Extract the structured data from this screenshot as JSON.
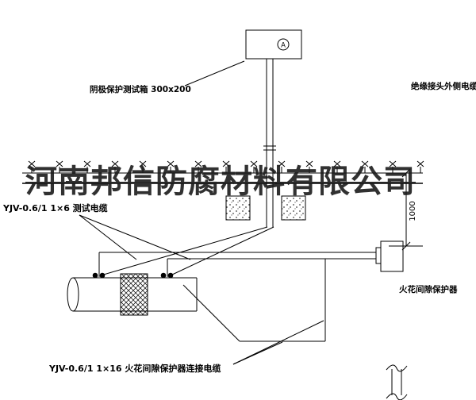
{
  "watermark": {
    "text": "河南邦信防腐材料有限公司"
  },
  "labels": {
    "test_box": "阴极保护测试箱 300x200",
    "outer_cable": "绝缘接头外侧电缆",
    "test_cable": "YJV-0.6/1 1×6  测试电缆",
    "spark_gap": "火花间隙保护器",
    "connection_cable": "YJV-0.6/1 1×16  火花间隙保护器连接电缆"
  },
  "annotations": {
    "dimension": "1000",
    "meter": "A"
  },
  "colors": {
    "line": "#000000",
    "background": "#ffffff"
  }
}
